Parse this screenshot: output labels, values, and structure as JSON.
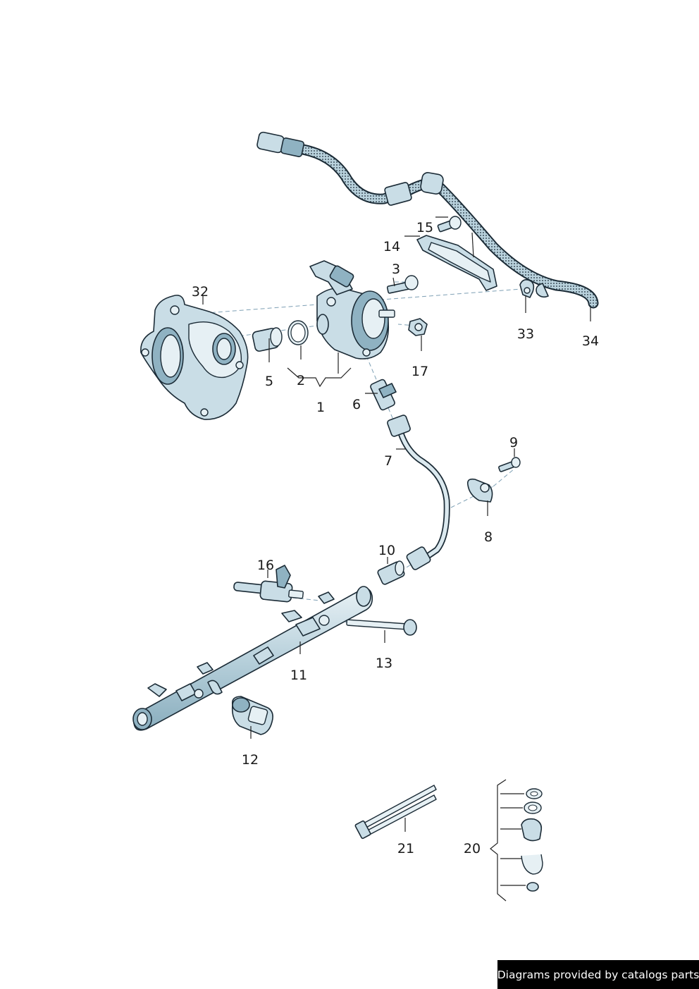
{
  "callouts": {
    "c1": "1",
    "c2": "2",
    "c3": "3",
    "c5": "5",
    "c6": "6",
    "c7": "7",
    "c8": "8",
    "c9": "9",
    "c10": "10",
    "c11": "11",
    "c12": "12",
    "c13": "13",
    "c14": "14",
    "c15": "15",
    "c16": "16",
    "c17": "17",
    "c20": "20",
    "c21": "21",
    "c32": "32",
    "c33": "33",
    "c34": "34"
  },
  "footer": {
    "text": "Diagrams provided by catalogs parts"
  },
  "colors": {
    "part_fill": "#c9dde6",
    "outline": "#1b2b36",
    "dash": "#7d9fb4",
    "footer_bg": "#000000",
    "footer_text": "#ffffff"
  }
}
